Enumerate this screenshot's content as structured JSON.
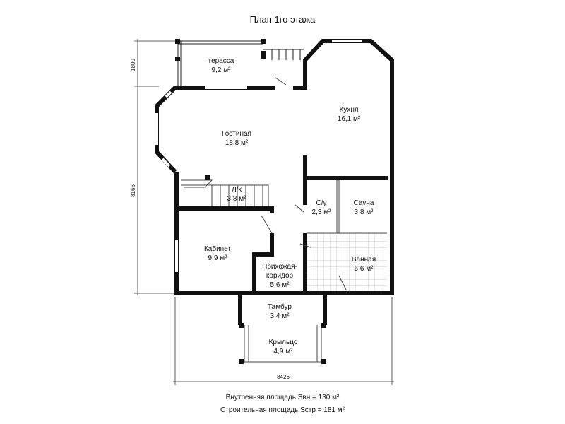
{
  "title": "План 1го этажа",
  "rooms": [
    {
      "name": "терасса",
      "area": "9,2 м²"
    },
    {
      "name": "Кухня",
      "area": "16,1 м²"
    },
    {
      "name": "Гостиная",
      "area": "18,8 м²"
    },
    {
      "name": "Л/к",
      "area": "3,8 м²"
    },
    {
      "name": "С/у",
      "area": "2,3 м²"
    },
    {
      "name": "Сауна",
      "area": "3,8 м²"
    },
    {
      "name": "Кабинет",
      "area": "9,9 м²"
    },
    {
      "name": "Ванная",
      "area": "6,6 м²"
    },
    {
      "name": "Прихожая-",
      "name2": "коридор",
      "area": "5,6 м²"
    },
    {
      "name": "Тамбур",
      "area": "3,4 м²"
    },
    {
      "name": "Крыльцо",
      "area": "4,9 м²"
    }
  ],
  "dimensions": {
    "width": "8426",
    "depth": "8166",
    "terrace": "1800"
  },
  "summary": {
    "inner": "Внутренняя площадь  Sвн = 130 м²",
    "build": "Строительная площадь  Sстр = 181 м²"
  }
}
